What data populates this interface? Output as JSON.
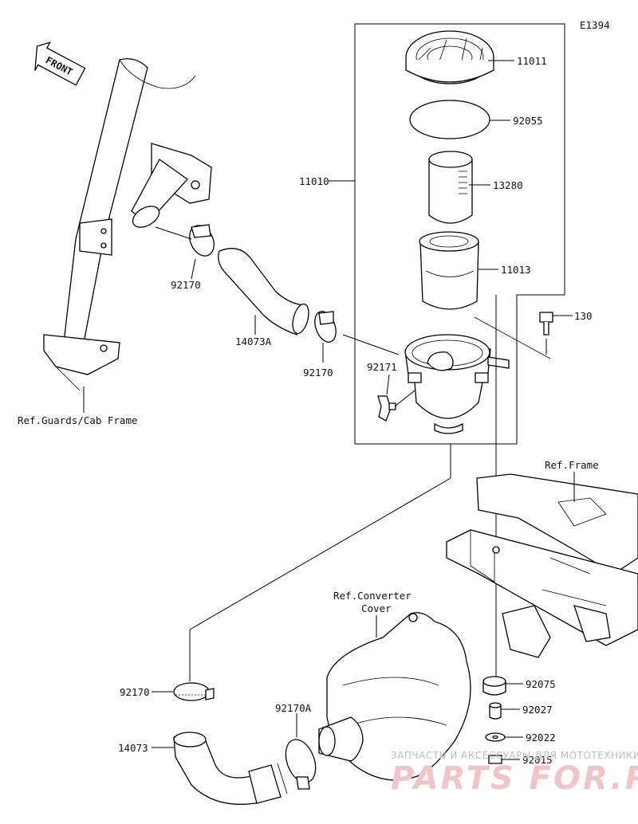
{
  "diagram_code": "E1394",
  "front_label": "FRONT",
  "refs": {
    "guards": "Ref.Guards/Cab Frame",
    "frame": "Ref.Frame",
    "converter_line1": "Ref.Converter",
    "converter_line2": "Cover"
  },
  "parts": {
    "p11011": "11011",
    "p92055": "92055",
    "p11010": "11010",
    "p13280": "13280",
    "p11013": "11013",
    "p130": "130",
    "p92171": "92171",
    "p92170_upper": "92170",
    "p14073A": "14073A",
    "p92170_mid": "92170",
    "p92170_lower": "92170",
    "p92170A": "92170A",
    "p14073": "14073",
    "p92075": "92075",
    "p92027": "92027",
    "p92022": "92022",
    "p92015": "92015"
  },
  "watermark": {
    "line1": "ЗАПЧАСТИ И АКСЕССУАРЫ ДЛЯ МОТОТЕХНИКИ",
    "line2": "PARTS FOR.RU"
  }
}
